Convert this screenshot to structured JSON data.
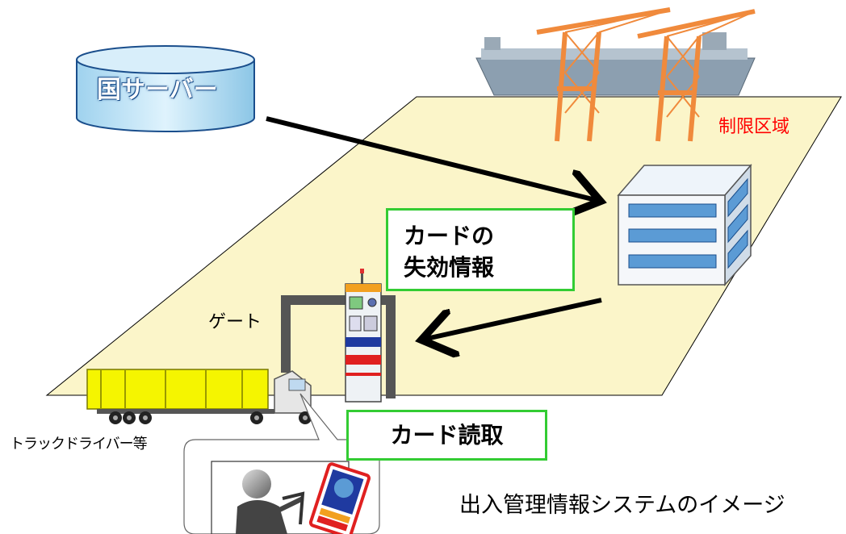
{
  "labels": {
    "server": "国サーバー",
    "restricted_area": "制限区域",
    "card_revocation_line1": "カードの",
    "card_revocation_line2": "失効情報",
    "card_reading": "カード読取",
    "gate": "ゲート",
    "truck_driver": "トラックドライバー等",
    "caption": "出入管理情報システムのイメージ"
  },
  "colors": {
    "ground": "#fbf5c9",
    "restricted_text": "#ff0000",
    "box_border": "#33cc33",
    "server_fill": "#a8d8f0",
    "building_window": "#5b9bd5",
    "container": "#f5f500",
    "crane": "#f08a3c"
  },
  "icons": [
    "database-server-icon",
    "ship-crane-icon",
    "office-building-icon",
    "gate-reader-icon",
    "truck-icon",
    "driver-icon",
    "id-card-icon"
  ]
}
